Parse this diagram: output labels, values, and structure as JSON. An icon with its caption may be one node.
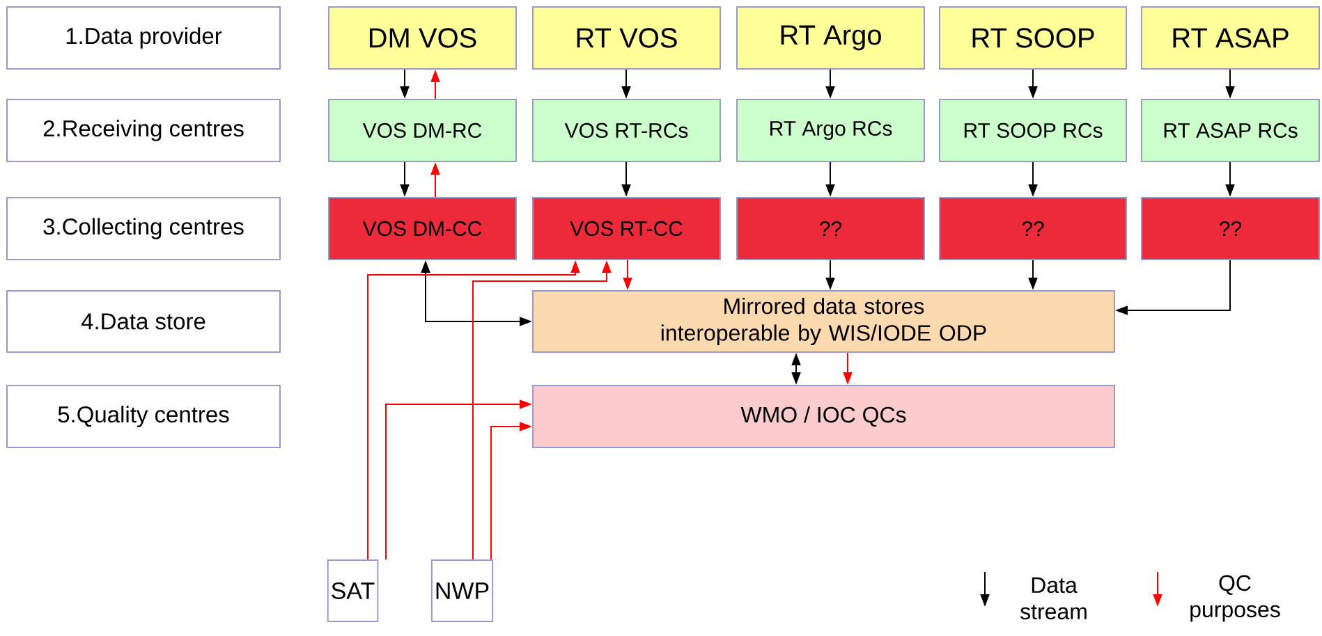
{
  "diagram": {
    "nodes": [
      {
        "text": [
          "1.Data provider"
        ]
      },
      {
        "text": [
          "2.Receiving centres"
        ]
      },
      {
        "text": [
          "3.Collecting centres"
        ]
      },
      {
        "text": [
          "4.Data store"
        ]
      },
      {
        "text": [
          "5.Quality centres"
        ]
      },
      {
        "text": [
          "DM VOS"
        ]
      },
      {
        "text": [
          "RT VOS"
        ]
      },
      {
        "text": [
          "RT Argo"
        ]
      },
      {
        "text": [
          "RT SOOP"
        ]
      },
      {
        "text": [
          "RT ASAP"
        ]
      },
      {
        "text": [
          "VOS DM-RC"
        ]
      },
      {
        "text": [
          "VOS RT-RCs"
        ]
      },
      {
        "text": [
          "RT Argo RCs"
        ]
      },
      {
        "text": [
          "RT SOOP RCs"
        ]
      },
      {
        "text": [
          "RT ASAP RCs"
        ]
      },
      {
        "text": [
          "VOS DM-CC"
        ]
      },
      {
        "text": [
          "VOS RT-CC"
        ]
      },
      {
        "text": [
          "??"
        ]
      },
      {
        "text": [
          "??"
        ]
      },
      {
        "text": [
          "??"
        ]
      },
      {
        "text": [
          "Mirrored data stores interoperable by WIS/IODE ODP"
        ]
      },
      {
        "text": [
          "WMO / IOC QCs"
        ]
      },
      {
        "text": [
          "SAT"
        ]
      },
      {
        "text": [
          "NWP"
        ]
      }
    ],
    "edges": [
      {
        "from": 5,
        "to": 10,
        "arrow": "to"
      },
      {
        "from": 10,
        "to": 5,
        "arrow": "to",
        "color": "#ff0000"
      },
      {
        "from": 6,
        "to": 11,
        "arrow": "to"
      },
      {
        "from": 7,
        "to": 12,
        "arrow": "to"
      },
      {
        "from": 8,
        "to": 13,
        "arrow": "to"
      },
      {
        "from": 9,
        "to": 14,
        "arrow": "to"
      },
      {
        "from": 10,
        "to": 15,
        "arrow": "to"
      },
      {
        "from": 15,
        "to": 10,
        "arrow": "to",
        "color": "#ff0000"
      },
      {
        "from": 11,
        "to": 16,
        "arrow": "to"
      },
      {
        "from": 12,
        "to": 17,
        "arrow": "to"
      },
      {
        "from": 13,
        "to": 18,
        "arrow": "to"
      },
      {
        "from": 14,
        "to": 19,
        "arrow": "to"
      },
      {
        "from": 15,
        "to": 20,
        "arrow": "both"
      },
      {
        "from": 16,
        "to": 20,
        "arrow": "to",
        "color": "#ff0000"
      },
      {
        "from": 22,
        "to": 16,
        "arrow": "to",
        "color": "#ff0000"
      },
      {
        "from": 22,
        "to": 21,
        "arrow": "to",
        "color": "#ff0000"
      },
      {
        "from": 23,
        "to": 16,
        "arrow": "to",
        "color": "#ff0000"
      },
      {
        "from": 23,
        "to": 21,
        "arrow": "to",
        "color": "#ff0000"
      },
      {
        "from": 17,
        "to": 20,
        "arrow": "to"
      },
      {
        "from": 18,
        "to": 20,
        "arrow": "to"
      },
      {
        "from": 19,
        "to": 20,
        "arrow": "to"
      },
      {
        "from": 20,
        "to": 21,
        "arrow": "both"
      },
      {
        "from": 20,
        "to": 21,
        "arrow": "to",
        "color": "#ff0000"
      }
    ],
    "legend": [
      {
        "text": "Data stream"
      },
      {
        "text": "QC purposes"
      }
    ]
  }
}
